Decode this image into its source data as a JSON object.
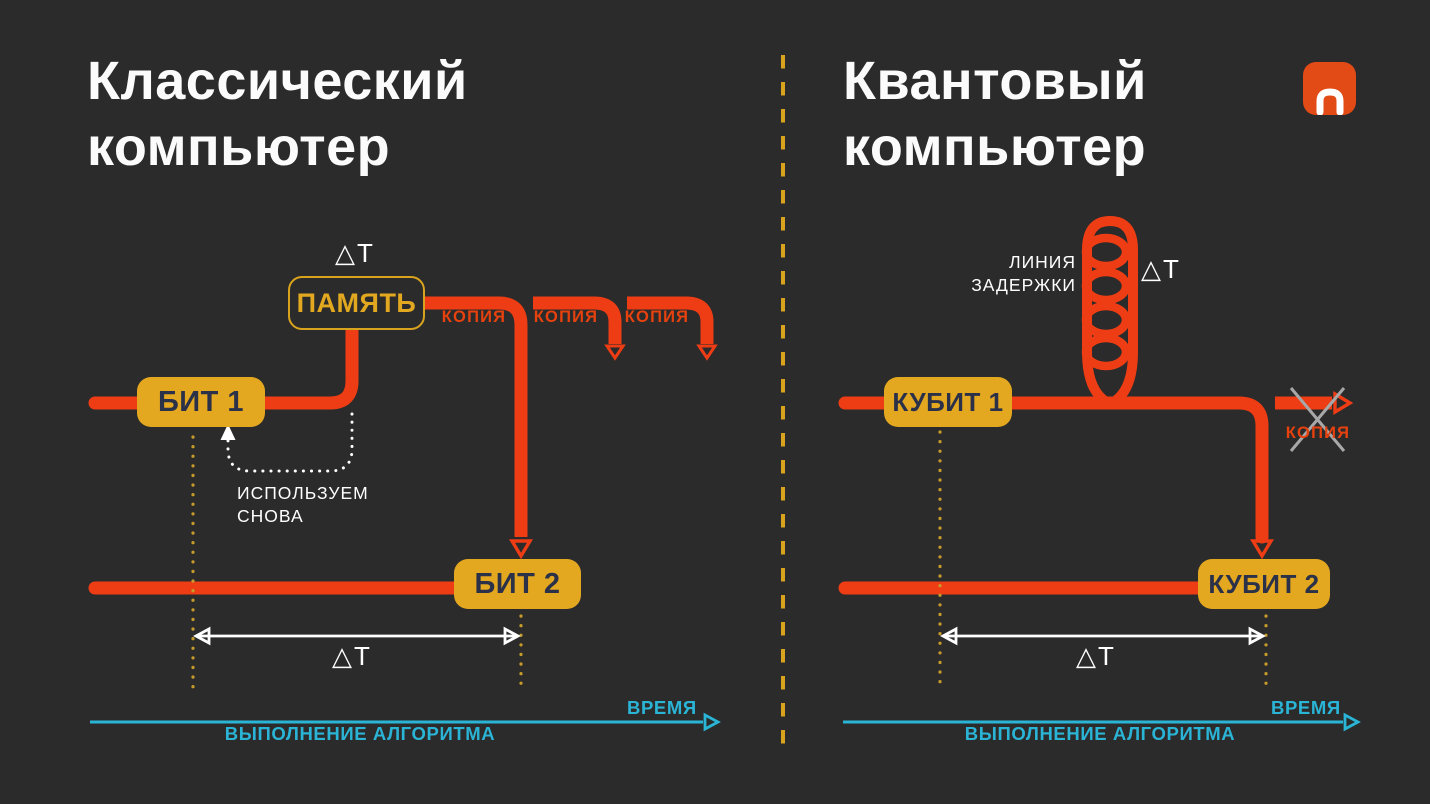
{
  "colors": {
    "background": "#2b2b2b",
    "accent_orange": "#ee3d14",
    "copy_text_orange": "#e7410e",
    "accent_gold": "#e3a820",
    "dotted_gold": "#c79b2b",
    "accent_cyan": "#2ab4d6",
    "box_text_dark": "#2a3148",
    "logo_orange": "#e24a16",
    "cross_gray": "#a8a8a8",
    "white": "#ffffff"
  },
  "icons": {
    "logo": "p-arch-icon",
    "delay_coil": "inductor-coil-icon",
    "reuse_loop": "dotted-loop-arrow-icon"
  },
  "left_panel": {
    "title": "Классический компьютер",
    "delta_t_top": "△T",
    "memory_box": "ПАМЯТЬ",
    "bit1_box": "БИТ 1",
    "bit2_box": "БИТ 2",
    "copy_labels": [
      "КОПИЯ",
      "КОПИЯ",
      "КОПИЯ"
    ],
    "reuse_note_line1": "ИСПОЛЬЗУЕМ",
    "reuse_note_line2": "СНОВА",
    "delta_t_bottom": "△T",
    "time_label": "ВРЕМЯ",
    "axis_label": "ВЫПОЛНЕНИЕ АЛГОРИТМА"
  },
  "right_panel": {
    "title": "Квантовый компьютер",
    "delay_line_note_line1": "ЛИНИЯ",
    "delay_line_note_line2": "ЗАДЕРЖКИ",
    "delta_t_top": "△T",
    "qubit1_box": "КУБИТ 1",
    "qubit2_box": "КУБИТ 2",
    "copy_label": "КОПИЯ",
    "delta_t_bottom": "△T",
    "time_label": "ВРЕМЯ",
    "axis_label": "ВЫПОЛНЕНИЕ АЛГОРИТМА"
  }
}
